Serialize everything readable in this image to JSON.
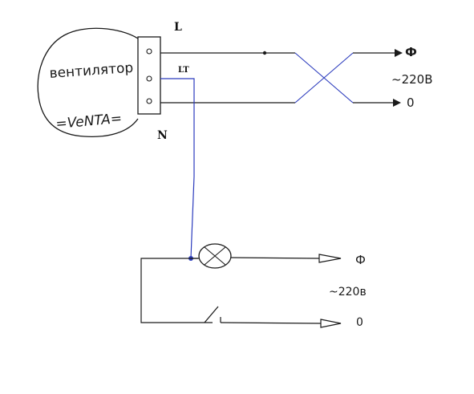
{
  "fan": {
    "name": "вентилятор",
    "brand": "=VeNTA="
  },
  "terminals": {
    "l": "L",
    "lt": "LT",
    "n": "N"
  },
  "supply_top": {
    "phase": "Ф",
    "voltage": "~220В",
    "neutral": "0"
  },
  "supply_bottom": {
    "phase": "Ф",
    "voltage": "~220в",
    "neutral": "0"
  },
  "colors": {
    "ink": "#1a1a1a",
    "control_wire": "#2b3bbd",
    "crossed_wire": "#2b3bbd"
  }
}
